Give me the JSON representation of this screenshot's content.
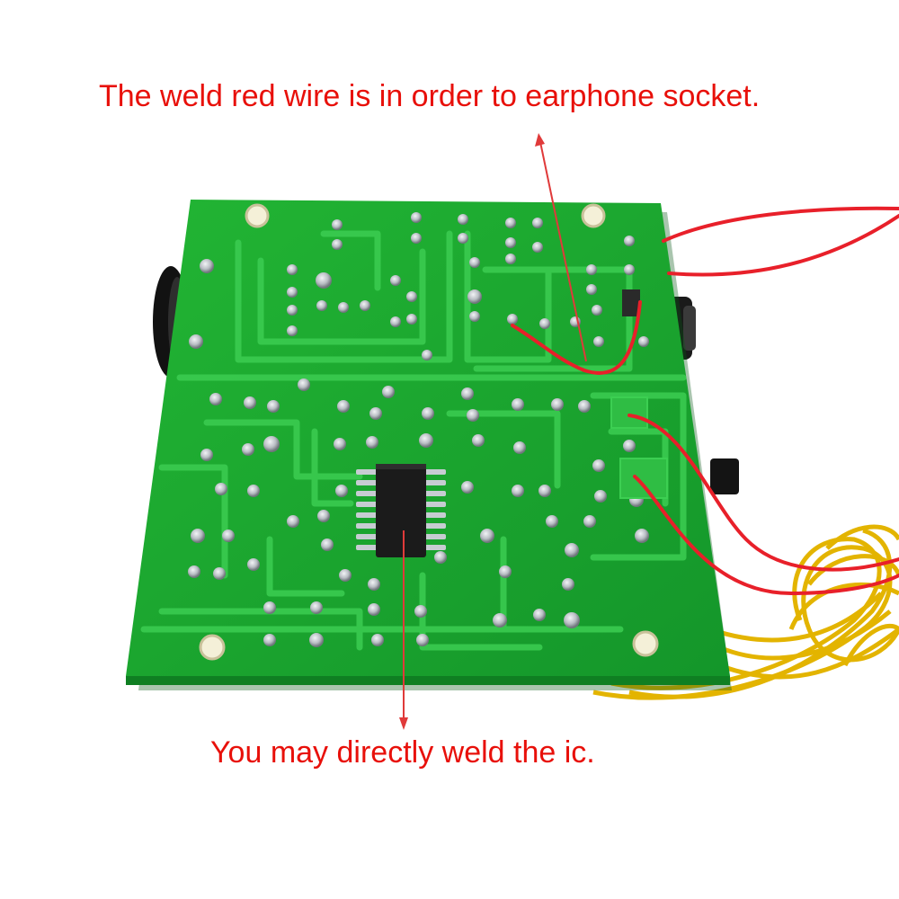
{
  "annotations": {
    "top_caption": "The weld red wire is in order to earphone socket.",
    "bottom_caption": "You may directly weld the ic."
  },
  "colors": {
    "caption_text": "#e8100a",
    "arrow": "#e03a3a",
    "pcb_green": "#1fae2e",
    "trace_green": "#36c64a",
    "solder": "#b9bec4",
    "red_wire": "#e8202a",
    "yellow_wire": "#e6b800",
    "ic_body": "#1b1b1b"
  },
  "icons": [
    "pcb-board-photo",
    "ic-chip",
    "earphone-socket",
    "red-wire",
    "yellow-wire-bundle",
    "arrow-up",
    "arrow-down"
  ]
}
